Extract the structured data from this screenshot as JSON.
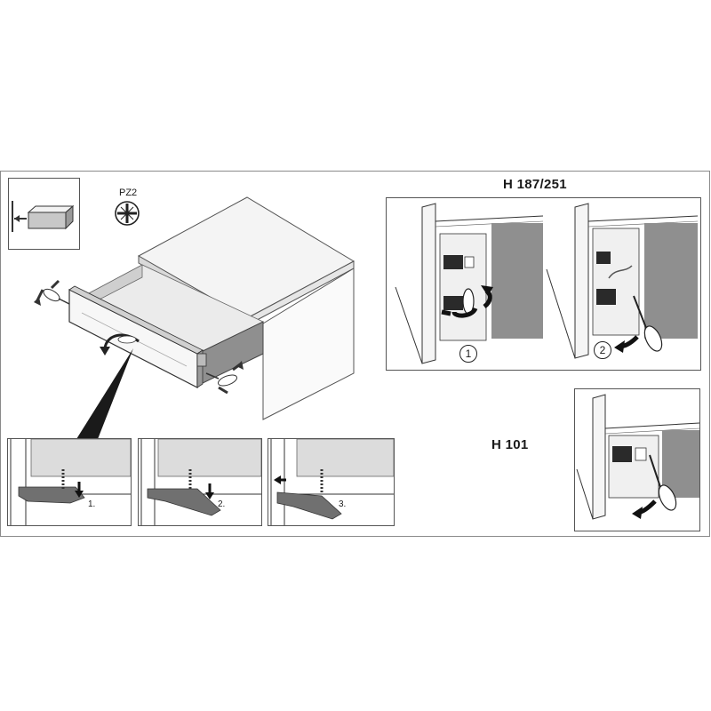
{
  "tool": {
    "label": "PZ2",
    "icon": "pozidriv-bit-icon"
  },
  "icons": {
    "removal": "drawer-pull-arrow-icon"
  },
  "variants": [
    {
      "heading": "H 187/251",
      "steps": [
        "1",
        "2"
      ]
    },
    {
      "heading": "H 101"
    }
  ],
  "detail_steps": [
    "1.",
    "2.",
    "3."
  ]
}
